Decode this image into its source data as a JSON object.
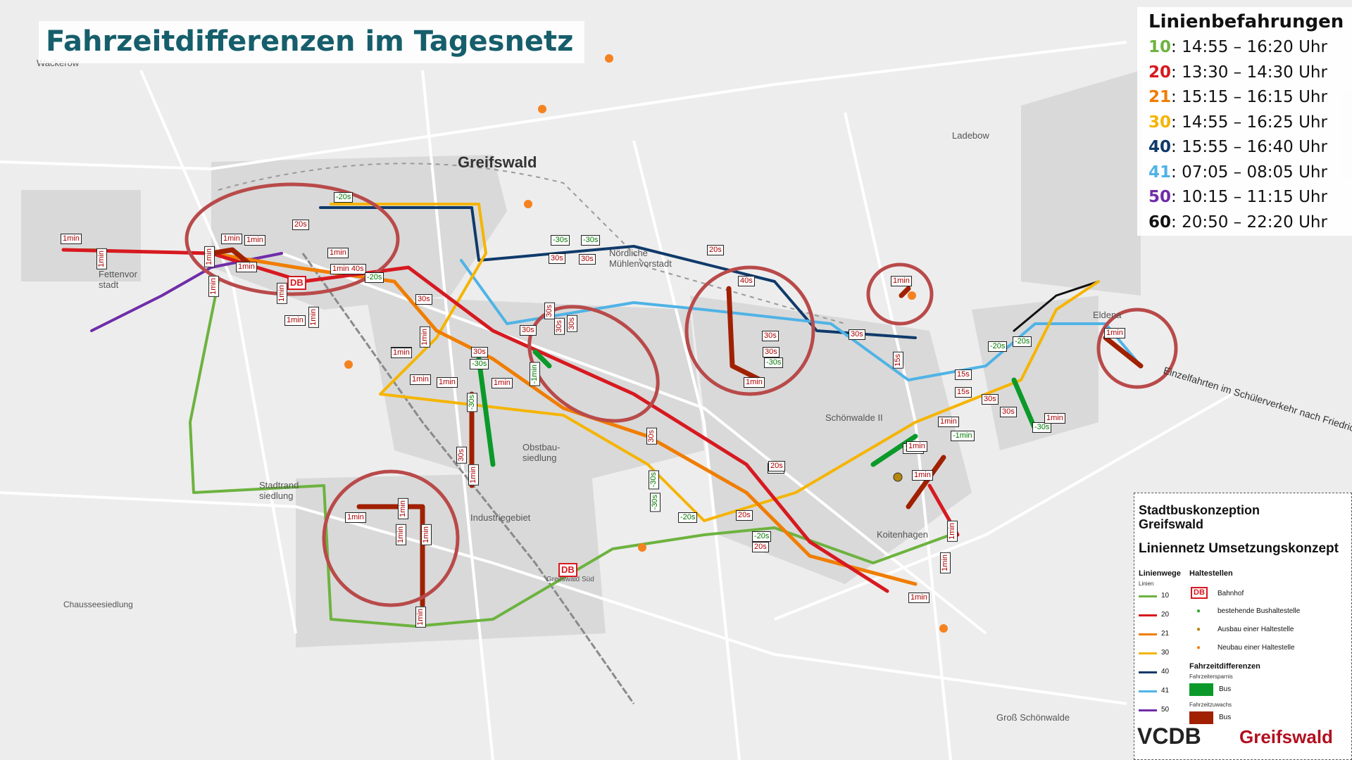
{
  "title": "Fahrzeitdifferenzen im Tagesnetz",
  "city_label": "Greifswald",
  "colors": {
    "line_10": "#6db33f",
    "line_20": "#d71920",
    "line_21": "#f07d00",
    "line_30": "#f5b400",
    "line_40": "#0f3a6a",
    "line_41": "#4fb3e6",
    "line_50": "#6f2da8",
    "line_60": "#111111",
    "savings": "#0b9a2a",
    "increase": "#a02000",
    "circle": "#b94a4a"
  },
  "lines_panel": {
    "heading": "Linienbefahrungen",
    "items": [
      {
        "num": "10",
        "time": ": 14:55 – 16:20 Uhr",
        "color": "#6db33f"
      },
      {
        "num": "20",
        "time": ": 13:30 – 14:30 Uhr",
        "color": "#d71920"
      },
      {
        "num": "21",
        "time": ": 15:15 – 16:15 Uhr",
        "color": "#f07d00"
      },
      {
        "num": "30",
        "time": ": 14:55 – 16:25 Uhr",
        "color": "#f5b400"
      },
      {
        "num": "40",
        "time": ": 15:55 – 16:40 Uhr",
        "color": "#0f3a6a"
      },
      {
        "num": "41",
        "time": ": 07:05 – 08:05 Uhr",
        "color": "#4fb3e6"
      },
      {
        "num": "50",
        "time": ": 10:15 – 11:15 Uhr",
        "color": "#6f2da8"
      },
      {
        "num": "60",
        "time": ": 20:50 – 22:20 Uhr",
        "color": "#111111"
      }
    ]
  },
  "legend": {
    "title_1": "Stadtbuskonzeption",
    "title_2": "Greifswald",
    "subtitle": "Liniennetz Umsetzungskonzept",
    "routes_heading": "Linienwege",
    "stops_heading": "Haltestellen",
    "linien_label": "Linien",
    "line_numbers": [
      "10",
      "20",
      "21",
      "30",
      "40",
      "41",
      "50"
    ],
    "db_badge": "DB",
    "stop_items": [
      "Bahnhof",
      "bestehende Bushaltestelle",
      "Ausbau einer Haltestelle",
      "Neubau einer Haltestelle"
    ],
    "diff_heading": "Fahrzeitdifferenzen",
    "savings_label": "Fahrzeitersparnis",
    "increase_label": "Fahrzeitzuwachs",
    "bus_label": "Bus"
  },
  "logos": {
    "vcdb": "VCDB",
    "greifswald": "Greifswald"
  },
  "map_labels": {
    "wackerow": "Wackerow",
    "fettenvorstadt": "Fettenvor stadt",
    "noerdliche": "Nördliche Mühlenvorstadt",
    "stadtrand": "Stadtrand siedlung",
    "industriegebiet": "Industriegebiet",
    "obstbausiedlung": "Obstbau- siedlung",
    "schoenwalde2": "Schönwalde II",
    "ladebow": "Ladebow",
    "eldena": "Eldena",
    "koitenhagen": "Koitenhagen",
    "gross_schoenwalde": "Groß Schönwalde",
    "chausseesiedlung": "Chausseesiedlung",
    "einzelfahrten": "Einzelfahrten im Schülerverkehr nach Friedrichshagen",
    "greifswald_sued": "Greifswald Süd"
  },
  "time_labels": [
    "1min",
    "1min",
    "1min",
    "1min",
    "1min",
    "1min",
    "1min",
    "1min",
    "1min",
    "1min",
    "1min 40s",
    "1min",
    "1min",
    "-20s",
    "-20s",
    "20s",
    "30s",
    "-30s",
    "-30s",
    "30s",
    "30s",
    "30s",
    "-30s",
    "1min",
    "1min",
    "1min",
    "1min",
    "1min",
    "-1min",
    "30s",
    "-30s",
    "30s",
    "1min",
    "20s",
    "40s",
    "30s",
    "30s",
    "-30s",
    "1min",
    "1min",
    "30s",
    "15s",
    "15s",
    "15s",
    "-20s",
    "-20s",
    "30s",
    "30s",
    "-30s",
    "1min",
    "1min",
    "-1min",
    "1min",
    "1min",
    "1min",
    "20s",
    "-20s",
    "20s",
    "-20s",
    "20s",
    "1min",
    "1min",
    "1min",
    "1min",
    "1min",
    "1min",
    "1min",
    "1min",
    "1min",
    "30s",
    "30s",
    "30s",
    "20s",
    "-30s",
    "-30s",
    "30s"
  ]
}
